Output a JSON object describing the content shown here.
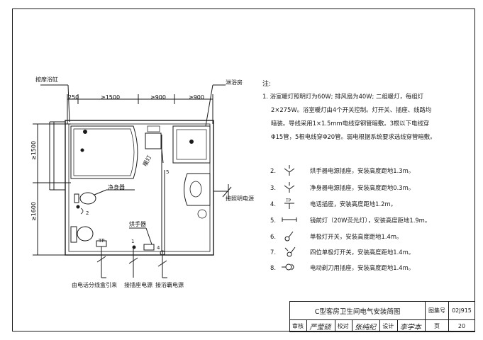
{
  "drawing": {
    "labels": {
      "massage_tub": "按摩浴缸",
      "shower_room": "淋浴房",
      "heater_lamp": "暖灯",
      "bidet": "净身器",
      "hand_dryer": "烘手器",
      "lighting_source": "接照明电源",
      "phone_source": "由电话分线盒引来",
      "socket_source": "接插座电源",
      "heater_source": "接浴霸电源",
      "tp": "TP",
      "num_1": "1",
      "num_2": "2",
      "num_4": "4",
      "num_5": "5"
    },
    "dimensions": {
      "d250": "250",
      "d1500a": "≥1500",
      "d900a": "≥900",
      "d900b": "≥900",
      "d1500v": "≥1500",
      "d1600v": "≥1600"
    }
  },
  "notes": {
    "heading": "注:",
    "item1_lines": [
      "1.  浴室暖灯照明灯为60W; 排风扇为40W; 二组暖灯，每组灯",
      "2×275W。浴室暖灯由4个开关控制。灯开关、插座、线路均",
      "暗装。导线采用1×1.5mm电线穿钢管暗敷。3根以下电线穿",
      "Φ15管，5根电线穿Φ20管。弱电根据系统要求选线穿管暗敷。"
    ],
    "legend": [
      {
        "num": "2.",
        "icon": "hand-dryer-socket-icon",
        "text": "烘手器电源插座，安装高度距地1.3m。"
      },
      {
        "num": "3.",
        "icon": "bidet-socket-icon",
        "text": "净身器电源插座，安装高度距地0.3m。"
      },
      {
        "num": "4.",
        "icon": "phone-socket-icon",
        "text": "电话插座，安装高度距地1.2m。"
      },
      {
        "num": "5.",
        "icon": "mirror-lamp-icon",
        "text": "镜前灯（20W荧光灯），安装高度距地1.9m。"
      },
      {
        "num": "6.",
        "icon": "single-switch-icon",
        "text": "单极灯开关，安装高度距地1.4m。"
      },
      {
        "num": "7.",
        "icon": "four-switch-icon",
        "text": "四位单极灯开关，安装高度距地1.4m。"
      },
      {
        "num": "8.",
        "icon": "razor-socket-icon",
        "text": "电动剃刀用插座，安装高度距地1.4m。"
      }
    ]
  },
  "title_block": {
    "title": "C型客房卫生间电气安装简图",
    "atlas_label": "图集号",
    "atlas_no": "02J915",
    "review_label": "审核",
    "review_sign": "严莹硕",
    "check_label": "校对",
    "check_sign": "张纯纪",
    "design_label": "设计",
    "design_sign": "李学本",
    "page_label": "页",
    "page_no": "20"
  }
}
